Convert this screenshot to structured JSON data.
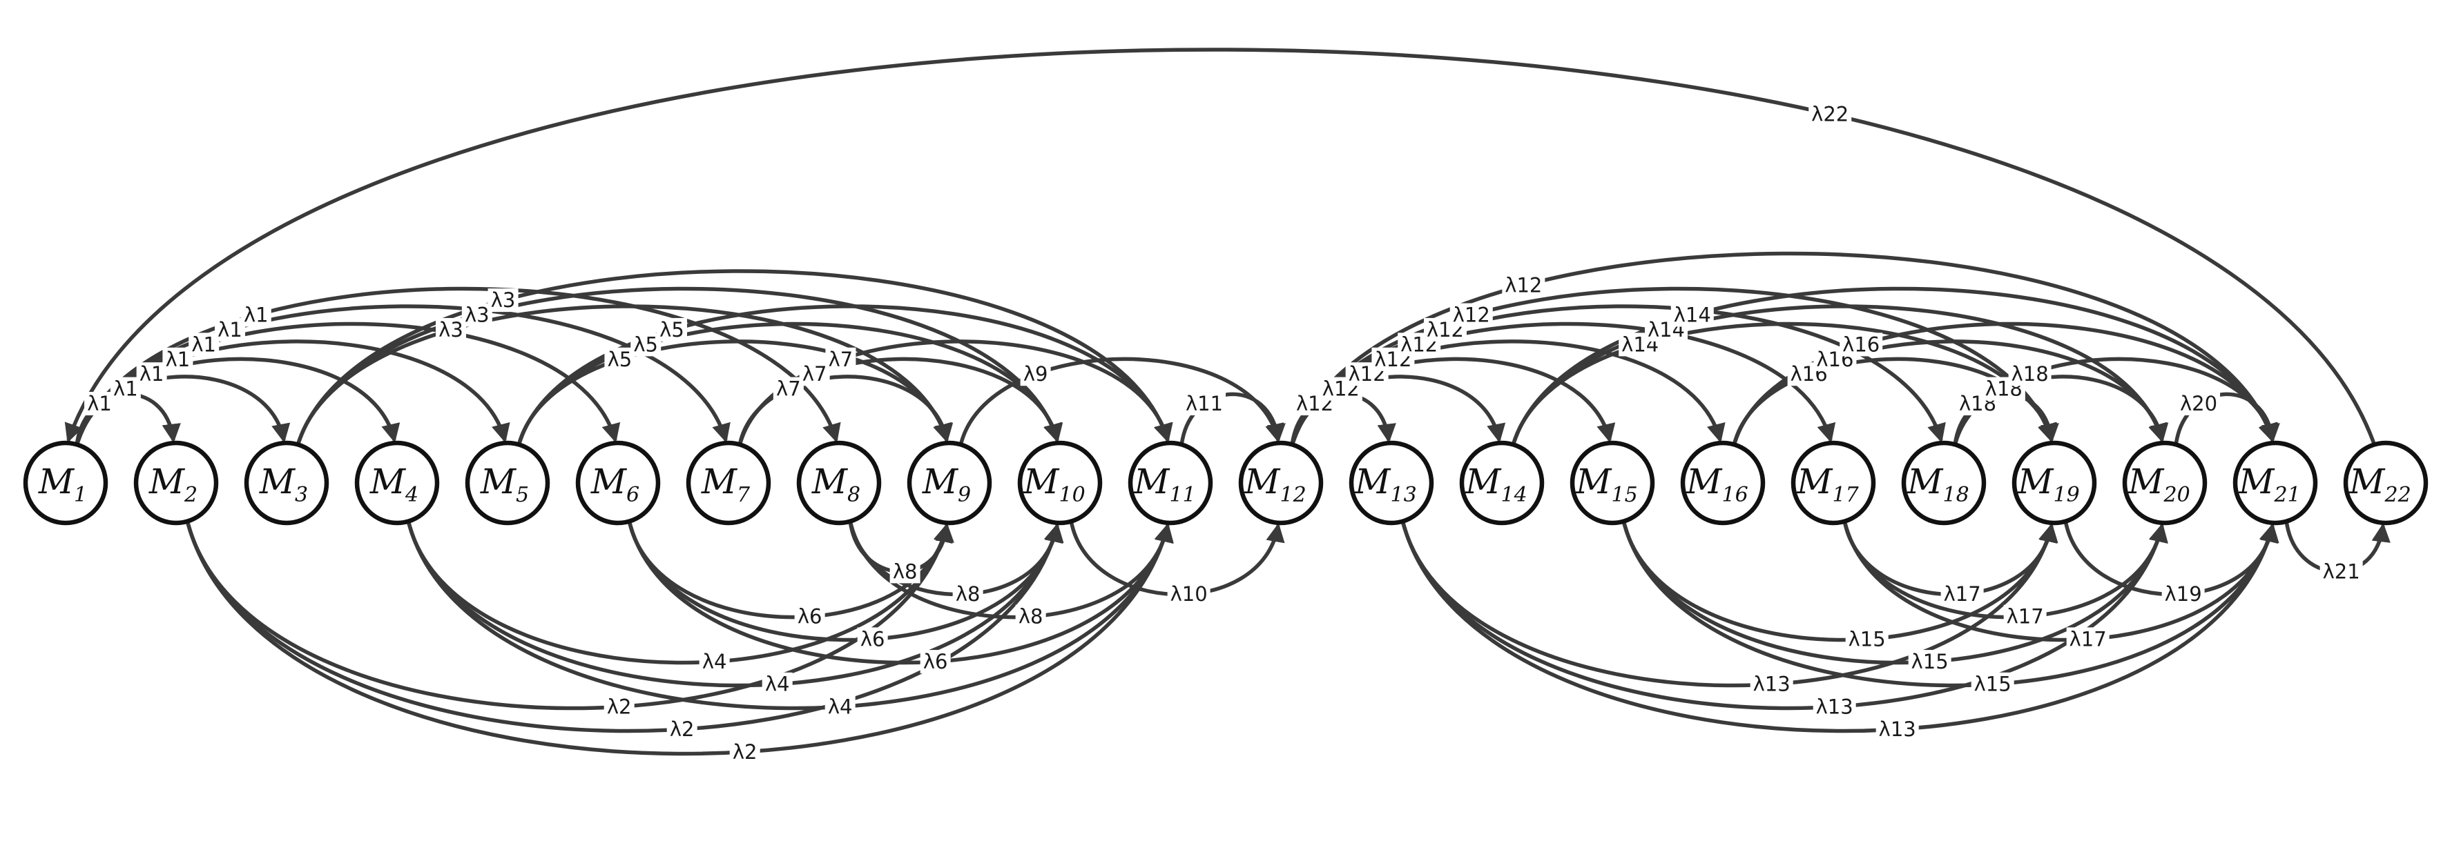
{
  "nodes": [
    {
      "id": 1,
      "base": "M",
      "sub": "1"
    },
    {
      "id": 2,
      "base": "M",
      "sub": "2"
    },
    {
      "id": 3,
      "base": "M",
      "sub": "3"
    },
    {
      "id": 4,
      "base": "M",
      "sub": "4"
    },
    {
      "id": 5,
      "base": "M",
      "sub": "5"
    },
    {
      "id": 6,
      "base": "M",
      "sub": "6"
    },
    {
      "id": 7,
      "base": "M",
      "sub": "7"
    },
    {
      "id": 8,
      "base": "M",
      "sub": "8"
    },
    {
      "id": 9,
      "base": "M",
      "sub": "9"
    },
    {
      "id": 10,
      "base": "M",
      "sub": "10"
    },
    {
      "id": 11,
      "base": "M",
      "sub": "11"
    },
    {
      "id": 12,
      "base": "M",
      "sub": "12"
    },
    {
      "id": 13,
      "base": "M",
      "sub": "13"
    },
    {
      "id": 14,
      "base": "M",
      "sub": "14"
    },
    {
      "id": 15,
      "base": "M",
      "sub": "15"
    },
    {
      "id": 16,
      "base": "M",
      "sub": "16"
    },
    {
      "id": 17,
      "base": "M",
      "sub": "17"
    },
    {
      "id": 18,
      "base": "M",
      "sub": "18"
    },
    {
      "id": 19,
      "base": "M",
      "sub": "19"
    },
    {
      "id": 20,
      "base": "M",
      "sub": "20"
    },
    {
      "id": 21,
      "base": "M",
      "sub": "21"
    },
    {
      "id": 22,
      "base": "M",
      "sub": "22"
    }
  ],
  "edges": [
    {
      "from": 1,
      "to": 2,
      "label": "λ1",
      "side": "top"
    },
    {
      "from": 1,
      "to": 3,
      "label": "λ1",
      "side": "top"
    },
    {
      "from": 1,
      "to": 4,
      "label": "λ1",
      "side": "top"
    },
    {
      "from": 1,
      "to": 5,
      "label": "λ1",
      "side": "top"
    },
    {
      "from": 1,
      "to": 6,
      "label": "λ1",
      "side": "top"
    },
    {
      "from": 1,
      "to": 7,
      "label": "λ1",
      "side": "top"
    },
    {
      "from": 1,
      "to": 8,
      "label": "λ1",
      "side": "top"
    },
    {
      "from": 2,
      "to": 9,
      "label": "λ2",
      "side": "bottom"
    },
    {
      "from": 2,
      "to": 10,
      "label": "λ2",
      "side": "bottom"
    },
    {
      "from": 2,
      "to": 11,
      "label": "λ2",
      "side": "bottom"
    },
    {
      "from": 3,
      "to": 9,
      "label": "λ3",
      "side": "top"
    },
    {
      "from": 3,
      "to": 10,
      "label": "λ3",
      "side": "top"
    },
    {
      "from": 3,
      "to": 11,
      "label": "λ3",
      "side": "top"
    },
    {
      "from": 4,
      "to": 9,
      "label": "λ4",
      "side": "bottom"
    },
    {
      "from": 4,
      "to": 10,
      "label": "λ4",
      "side": "bottom"
    },
    {
      "from": 4,
      "to": 11,
      "label": "λ4",
      "side": "bottom"
    },
    {
      "from": 5,
      "to": 9,
      "label": "λ5",
      "side": "top"
    },
    {
      "from": 5,
      "to": 10,
      "label": "λ5",
      "side": "top"
    },
    {
      "from": 5,
      "to": 11,
      "label": "λ5",
      "side": "top"
    },
    {
      "from": 6,
      "to": 9,
      "label": "λ6",
      "side": "bottom"
    },
    {
      "from": 6,
      "to": 10,
      "label": "λ6",
      "side": "bottom"
    },
    {
      "from": 6,
      "to": 11,
      "label": "λ6",
      "side": "bottom"
    },
    {
      "from": 7,
      "to": 9,
      "label": "λ7",
      "side": "top"
    },
    {
      "from": 7,
      "to": 10,
      "label": "λ7",
      "side": "top"
    },
    {
      "from": 7,
      "to": 11,
      "label": "λ7",
      "side": "top"
    },
    {
      "from": 8,
      "to": 9,
      "label": "λ8",
      "side": "bottom"
    },
    {
      "from": 8,
      "to": 10,
      "label": "λ8",
      "side": "bottom"
    },
    {
      "from": 8,
      "to": 11,
      "label": "λ8",
      "side": "bottom"
    },
    {
      "from": 9,
      "to": 12,
      "label": "λ9",
      "side": "top"
    },
    {
      "from": 10,
      "to": 12,
      "label": "λ10",
      "side": "bottom"
    },
    {
      "from": 11,
      "to": 12,
      "label": "λ11",
      "side": "top"
    },
    {
      "from": 12,
      "to": 13,
      "label": "λ12",
      "side": "top"
    },
    {
      "from": 12,
      "to": 14,
      "label": "λ12",
      "side": "top"
    },
    {
      "from": 12,
      "to": 15,
      "label": "λ12",
      "side": "top"
    },
    {
      "from": 12,
      "to": 16,
      "label": "λ12",
      "side": "top"
    },
    {
      "from": 12,
      "to": 17,
      "label": "λ12",
      "side": "top"
    },
    {
      "from": 12,
      "to": 18,
      "label": "λ12",
      "side": "top"
    },
    {
      "from": 12,
      "to": 19,
      "label": "λ12",
      "side": "top"
    },
    {
      "from": 12,
      "to": 21,
      "label": "λ12",
      "side": "top"
    },
    {
      "from": 13,
      "to": 19,
      "label": "λ13",
      "side": "bottom"
    },
    {
      "from": 13,
      "to": 20,
      "label": "λ13",
      "side": "bottom"
    },
    {
      "from": 13,
      "to": 21,
      "label": "λ13",
      "side": "bottom"
    },
    {
      "from": 14,
      "to": 19,
      "label": "λ14",
      "side": "top"
    },
    {
      "from": 14,
      "to": 20,
      "label": "λ14",
      "side": "top"
    },
    {
      "from": 14,
      "to": 21,
      "label": "λ14",
      "side": "top"
    },
    {
      "from": 15,
      "to": 19,
      "label": "λ15",
      "side": "bottom"
    },
    {
      "from": 15,
      "to": 20,
      "label": "λ15",
      "side": "bottom"
    },
    {
      "from": 15,
      "to": 21,
      "label": "λ15",
      "side": "bottom"
    },
    {
      "from": 16,
      "to": 19,
      "label": "λ16",
      "side": "top"
    },
    {
      "from": 16,
      "to": 20,
      "label": "λ16",
      "side": "top"
    },
    {
      "from": 16,
      "to": 21,
      "label": "λ16",
      "side": "top"
    },
    {
      "from": 17,
      "to": 19,
      "label": "λ17",
      "side": "bottom"
    },
    {
      "from": 17,
      "to": 20,
      "label": "λ17",
      "side": "bottom"
    },
    {
      "from": 17,
      "to": 21,
      "label": "λ17",
      "side": "bottom"
    },
    {
      "from": 18,
      "to": 19,
      "label": "λ18",
      "side": "top"
    },
    {
      "from": 18,
      "to": 20,
      "label": "λ18",
      "side": "top"
    },
    {
      "from": 18,
      "to": 21,
      "label": "λ18",
      "side": "top"
    },
    {
      "from": 19,
      "to": 21,
      "label": "λ19",
      "side": "bottom"
    },
    {
      "from": 20,
      "to": 21,
      "label": "λ20",
      "side": "top"
    },
    {
      "from": 21,
      "to": 22,
      "label": "λ21",
      "side": "bottom"
    },
    {
      "from": 22,
      "to": 1,
      "label": "λ22",
      "side": "top"
    }
  ]
}
